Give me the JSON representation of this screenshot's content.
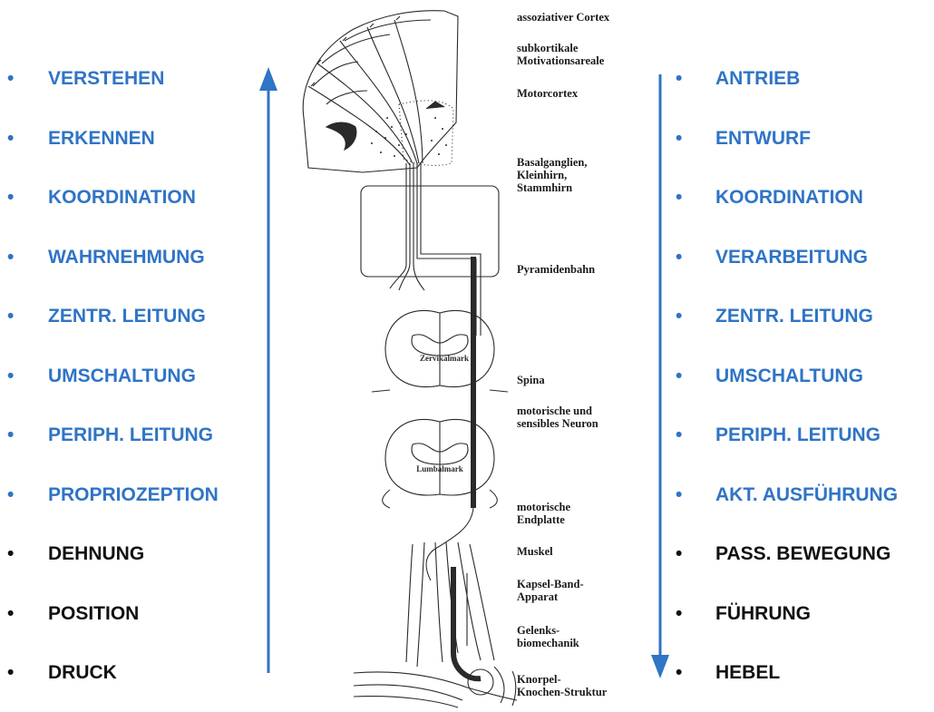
{
  "colors": {
    "accent_blue": "#2f74c6",
    "text_black": "#111111",
    "ink": "#2a2a2a"
  },
  "left_column": {
    "arrow_direction": "up",
    "bullet": "•",
    "items": [
      {
        "label": "VERSTEHEN",
        "color": "blue"
      },
      {
        "label": "ERKENNEN",
        "color": "blue"
      },
      {
        "label": "KOORDINATION",
        "color": "blue"
      },
      {
        "label": "WAHRNEHMUNG",
        "color": "blue"
      },
      {
        "label": "ZENTR. LEITUNG",
        "color": "blue"
      },
      {
        "label": "UMSCHALTUNG",
        "color": "blue"
      },
      {
        "label": "PERIPH. LEITUNG",
        "color": "blue"
      },
      {
        "label": "PROPRIOZEPTION",
        "color": "blue"
      },
      {
        "label": "DEHNUNG",
        "color": "black"
      },
      {
        "label": "POSITION",
        "color": "black"
      },
      {
        "label": "DRUCK",
        "color": "black"
      }
    ]
  },
  "right_column": {
    "arrow_direction": "down",
    "bullet": "•",
    "items": [
      {
        "label": "ANTRIEB",
        "color": "blue"
      },
      {
        "label": "ENTWURF",
        "color": "blue"
      },
      {
        "label": "KOORDINATION",
        "color": "blue"
      },
      {
        "label": "VERARBEITUNG",
        "color": "blue"
      },
      {
        "label": "ZENTR. LEITUNG",
        "color": "blue"
      },
      {
        "label": "UMSCHALTUNG",
        "color": "blue"
      },
      {
        "label": "PERIPH. LEITUNG",
        "color": "blue"
      },
      {
        "label": "AKT. AUSFÜHRUNG",
        "color": "blue"
      },
      {
        "label": "PASS. BEWEGUNG",
        "color": "black"
      },
      {
        "label": "FÜHRUNG",
        "color": "black"
      },
      {
        "label": "HEBEL",
        "color": "black"
      }
    ]
  },
  "anatomy": {
    "labels": [
      "assoziativer Cortex",
      "subkortikale\nMotivationsareale",
      "Motorcortex",
      "Basalganglien,\nKleinhirn,\nStammhirn",
      "Pyramidenbahn",
      "Spina",
      "motorische und\nsensibles Neuron",
      "motorische\nEndplatte",
      "Muskel",
      "Kapsel-Band-\nApparat",
      "Gelenks-\nbiomechanik",
      "Knorpel-\nKnochen-Struktur"
    ],
    "section_labels": {
      "cervical": "Zervikalmark",
      "lumbar": "Lumbalmark"
    }
  }
}
